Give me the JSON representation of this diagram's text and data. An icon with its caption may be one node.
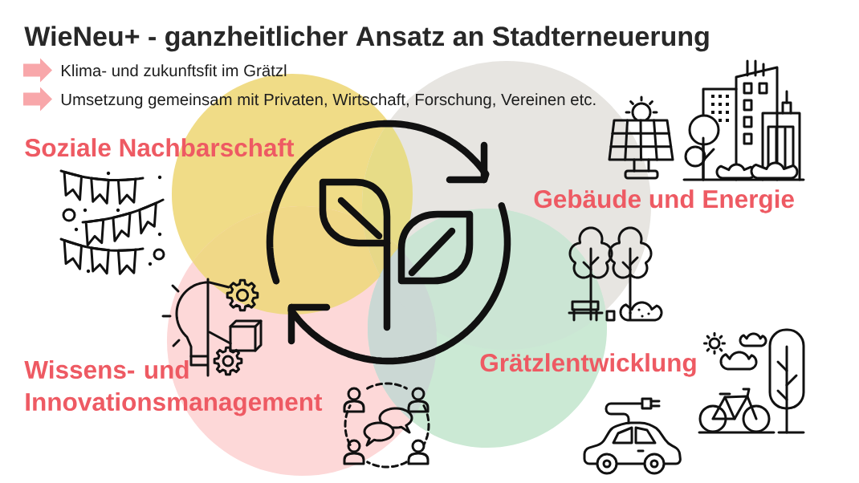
{
  "diagram": {
    "title": "WieNeu+ - ganzheitlicher Ansatz an Stadterneuerung",
    "nodes": [
      {
        "text": [
          "Soziale Nachbarschaft"
        ]
      },
      {
        "text": [
          "Gebäude und Energie"
        ]
      },
      {
        "text": [
          "Wissens- und Innovationsmanagement"
        ]
      },
      {
        "text": [
          "Grätzlentwicklung"
        ]
      }
    ],
    "labels": [
      "Klima- und zukunftsfit im Grätzl",
      "Umsetzung gemeinsam mit Privaten, Wirtschaft, Forschung, Vereinen etc."
    ]
  }
}
